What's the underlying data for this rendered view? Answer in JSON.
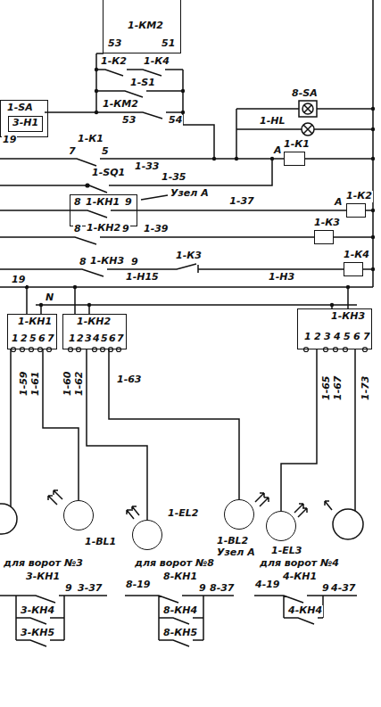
{
  "diagram": {
    "nodes": [
      {
        "text": [
          "53",
          "1-КМ2",
          "51"
        ]
      },
      {
        "text": [
          "1-SA"
        ]
      },
      {
        "text": [
          "3-Н1"
        ],
        "in": 1
      },
      {
        "text": [
          "1-КН1",
          "8",
          "9"
        ]
      },
      {
        "text": [
          "1-К1"
        ]
      },
      {
        "text": [
          "1-К2"
        ]
      },
      {
        "text": [
          "1-К3"
        ]
      },
      {
        "text": [
          "1-К4"
        ]
      },
      {
        "text": [
          "1-КН1"
        ]
      },
      {
        "text": [
          "1-КН2"
        ]
      },
      {
        "text": [
          "1-КН3"
        ]
      },
      {
        "text": [
          "1-ВL1"
        ]
      },
      {
        "text": [
          "1-ЕL2"
        ]
      },
      {
        "text": [
          "1-ВL2",
          "Узел А"
        ]
      },
      {
        "text": [
          "1-ЕL3"
        ]
      }
    ],
    "edges": [
      {
        "from": 3,
        "to": 5,
        "arrow": "none",
        "label": "1-37"
      },
      {
        "from": 8,
        "to": 11,
        "arrow": "none"
      },
      {
        "from": 9,
        "to": 12,
        "arrow": "none"
      },
      {
        "from": 9,
        "to": 13,
        "arrow": "none"
      },
      {
        "from": 10,
        "to": 14,
        "arrow": "none"
      }
    ],
    "labels": [
      "1-К2",
      "1-К4",
      "1-S1",
      "1-КМ2",
      "53",
      "54",
      "19",
      "1-К1",
      "7",
      "5",
      "1-33",
      "1-SQ1",
      "1-35",
      "Узел А",
      "А",
      "8-SA",
      "1-HL",
      "А",
      "8",
      "1-КН2",
      "9",
      "1-39",
      "8",
      "1-КН3",
      "9",
      "1-К3",
      "1-Н15",
      "1-Н3",
      "19",
      "N",
      "1",
      "2",
      "5",
      "6",
      "7",
      "1",
      "2",
      "3",
      "4",
      "5",
      "6",
      "7",
      "1",
      "2",
      "3",
      "4",
      "5",
      "6",
      "7",
      "1-59",
      "1-61",
      "1-60",
      "1-62",
      "1-63",
      "1-65",
      "1-67",
      "1-73",
      "для ворот №3",
      "3-КН1",
      "9",
      "3-37",
      "3-КН4",
      "3-КН5",
      "для ворот №8",
      "8-19",
      "8-КН1",
      "9",
      "8-37",
      "8-КН4",
      "8-КН5",
      "для ворот №4",
      "4-19",
      "4-КН1",
      "9",
      "4-37",
      "4-КН4"
    ]
  }
}
